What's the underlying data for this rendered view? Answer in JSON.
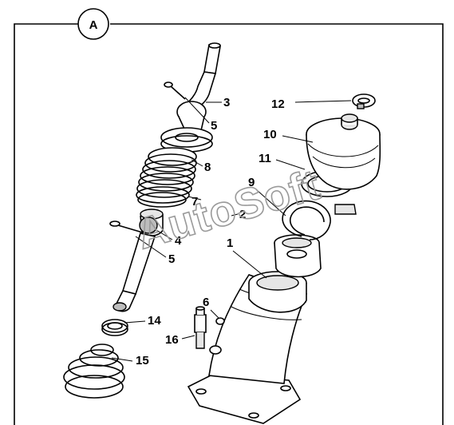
{
  "figure": {
    "badge": "A",
    "watermark": "AutoSoft",
    "callouts": {
      "c1": "1",
      "c2": "2",
      "c3": "3",
      "c4": "4",
      "c5a": "5",
      "c5b": "5",
      "c6": "6",
      "c7": "7",
      "c8": "8",
      "c9": "9",
      "c10": "10",
      "c11": "11",
      "c12": "12",
      "c14": "14",
      "c15": "15",
      "c16": "16"
    }
  }
}
